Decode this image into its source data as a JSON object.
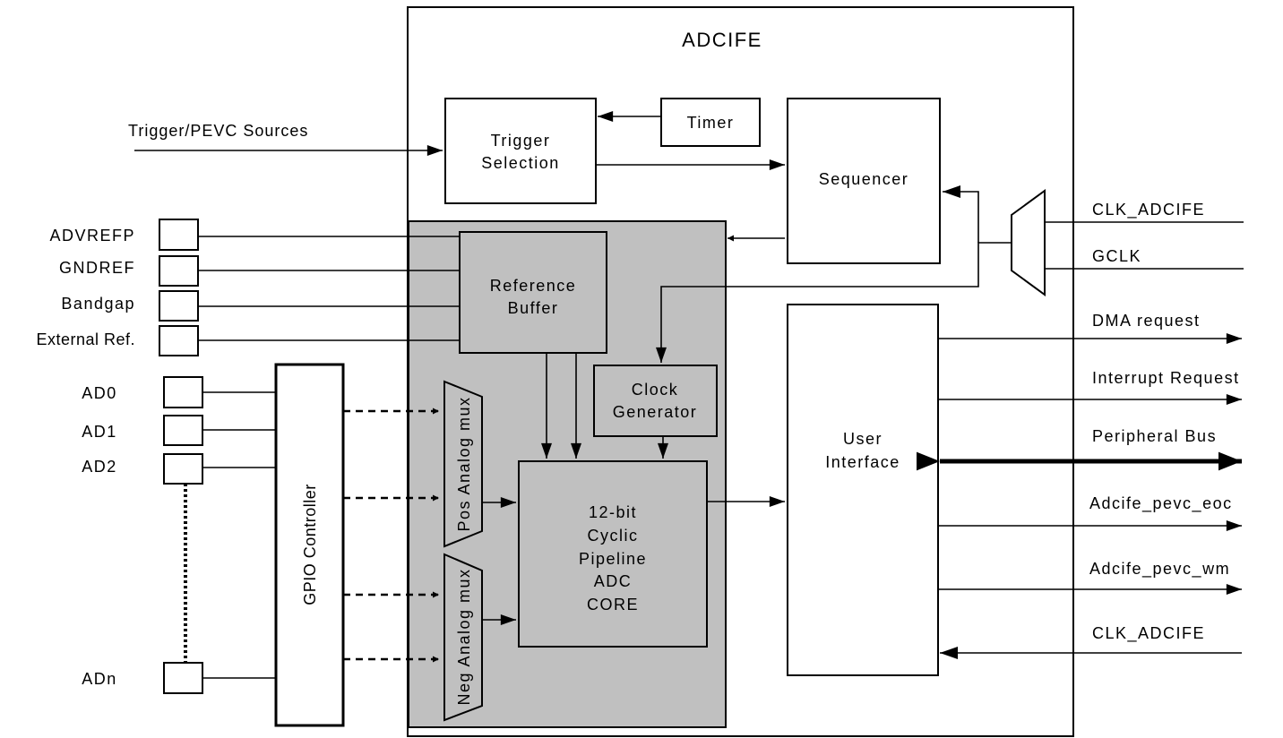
{
  "colors": {
    "analog_block": "#c0c0c0",
    "stroke": "#000000",
    "background": "#ffffff"
  },
  "block": {
    "title": "ADCIFE"
  },
  "inputs": {
    "trigger_sources": "Trigger/PEVC Sources",
    "advrefp": "ADVREFP",
    "gndref": "GNDREF",
    "bandgap": "Bandgap",
    "external_ref": "External Ref.",
    "ad0": "AD0",
    "ad1": "AD1",
    "ad2": "AD2",
    "adn": "ADn"
  },
  "modules": {
    "timer": "Timer",
    "trigger_selection": [
      "Trigger",
      "Selection"
    ],
    "sequencer": "Sequencer",
    "reference_buffer": [
      "Reference",
      "Buffer"
    ],
    "clock_generator": [
      "Clock",
      "Generator"
    ],
    "pos_mux": "Pos  Analog mux",
    "neg_mux": "Neg Analog mux",
    "gpio_controller": "GPIO Controller",
    "adc_core": [
      "12-bit",
      "Cyclic",
      "Pipeline",
      "ADC",
      "CORE"
    ],
    "user_interface": [
      "User",
      "Interface"
    ]
  },
  "outputs": {
    "clk_adcife_in": "CLK_ADCIFE",
    "gclk": "GCLK",
    "dma_request": "DMA request",
    "interrupt_request": "Interrupt Request",
    "peripheral_bus": "Peripheral Bus",
    "pevc_eoc": "Adcife_pevc_eoc",
    "pevc_wm": "Adcife_pevc_wm",
    "clk_adcife_ui": "CLK_ADCIFE"
  }
}
